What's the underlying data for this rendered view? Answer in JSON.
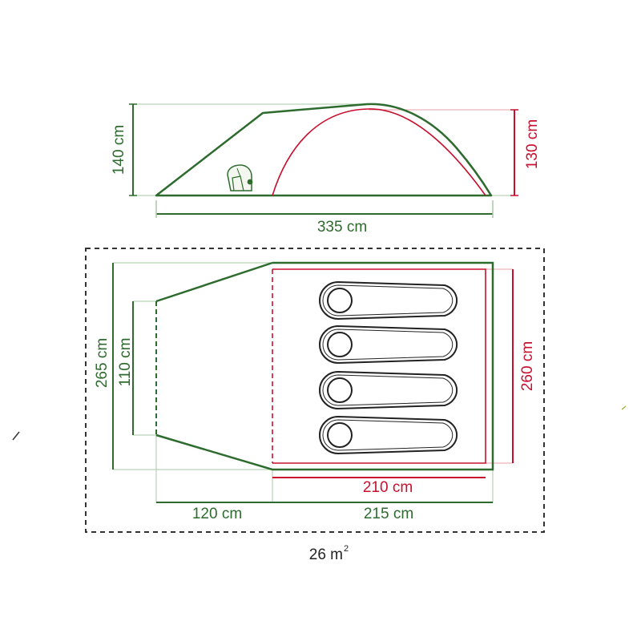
{
  "colors": {
    "outer": "#2e6b2e",
    "inner": "#c8102e",
    "guide": "#a9c9a4",
    "footprint": "#333333"
  },
  "side_view": {
    "height_outer": "140 cm",
    "height_inner": "130 cm",
    "length": "335 cm"
  },
  "floor_plan": {
    "total_width": "265 cm",
    "porch_width": "110 cm",
    "inner_width": "260 cm",
    "inner_length": "210 cm",
    "porch_length": "120 cm",
    "bedroom_length": "215 cm",
    "sleeping_bags": 4
  },
  "area": {
    "value": "26 m",
    "unit_sup": "2"
  },
  "icons": [
    "backpack-icon",
    "sleeping-bag-icon"
  ]
}
